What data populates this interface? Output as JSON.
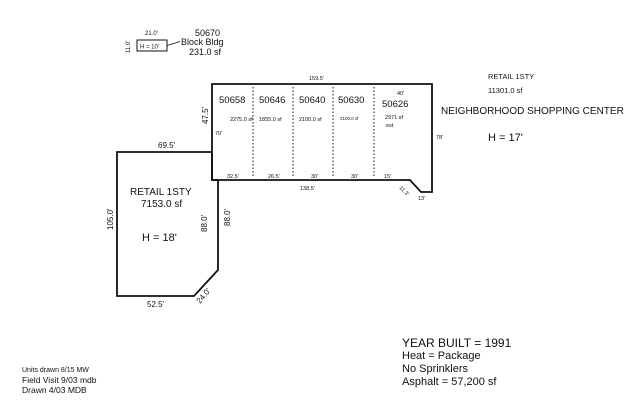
{
  "block_bldg": {
    "dim_top": "21.0'",
    "dim_side": "11.0'",
    "height_label": "H = 10'",
    "id": "50670",
    "name": "Block Bldg",
    "area": "231.0 sf"
  },
  "shopping_center": {
    "retail_label": "RETAIL 1STY",
    "area": "11301.0 sf",
    "name": "NEIGHBORHOOD SHOPPING CENTER",
    "height_label": "H = 17'",
    "dim_top": "159.5'",
    "dim_left": "47.5'",
    "dim_right": "78'",
    "dim_bottom": "138.5'",
    "dim_diag": "11.3'",
    "dim_corner": "13'",
    "units": [
      {
        "id": "50658",
        "area": "2275.0 sf",
        "depth": "70'",
        "width": "32.5'"
      },
      {
        "id": "50646",
        "area": "1855.0 sf",
        "width": "26.5'"
      },
      {
        "id": "50640",
        "area": "2100.0 sf",
        "width": "30'"
      },
      {
        "id": "50630",
        "area": "2100.0 sf",
        "width": "30'"
      },
      {
        "id": "50626",
        "area": "2971 sf",
        "note": "est",
        "top": "40'",
        "width": "15'"
      }
    ]
  },
  "retail_west": {
    "label": "RETAIL 1STY",
    "area": "7153.0 sf",
    "height_label": "H = 18'",
    "dim_top": "69.5'",
    "dim_left": "105.0'",
    "dim_right_a": "88.0'",
    "dim_right_b": "88.0'",
    "dim_bottom": "52.5'",
    "dim_diag": "24.0'"
  },
  "notes": {
    "units": "Units drawn 8/15 MW",
    "field": "Field Visit 9/03 mdb",
    "drawn": "Drawn 4/03 MDB"
  },
  "summary": {
    "year_built": "YEAR BUILT = 1991",
    "heat": "Heat = Package",
    "sprinklers": "No Sprinklers",
    "asphalt": "Asphalt = 57,200 sf"
  }
}
